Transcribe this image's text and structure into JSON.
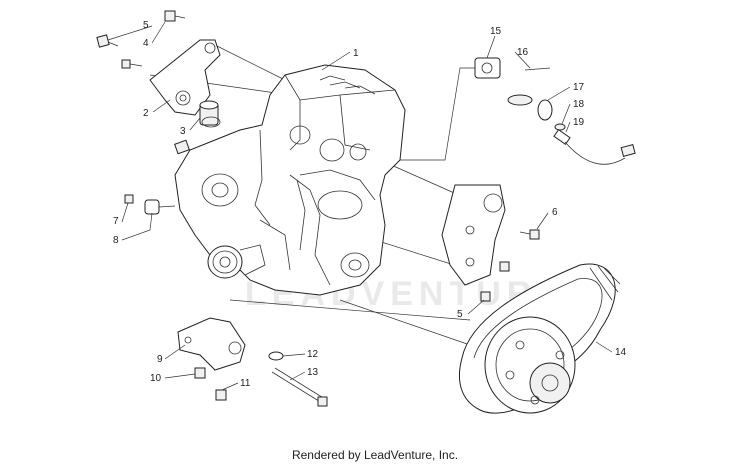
{
  "diagram": {
    "callouts": [
      "1",
      "2",
      "3",
      "4",
      "5",
      "6",
      "7",
      "8",
      "9",
      "10",
      "11",
      "12",
      "13",
      "14",
      "15",
      "16",
      "17",
      "18",
      "19",
      "5"
    ],
    "watermark_text": "LEADVENTURE",
    "footer": "Rendered by LeadVenture, Inc."
  }
}
